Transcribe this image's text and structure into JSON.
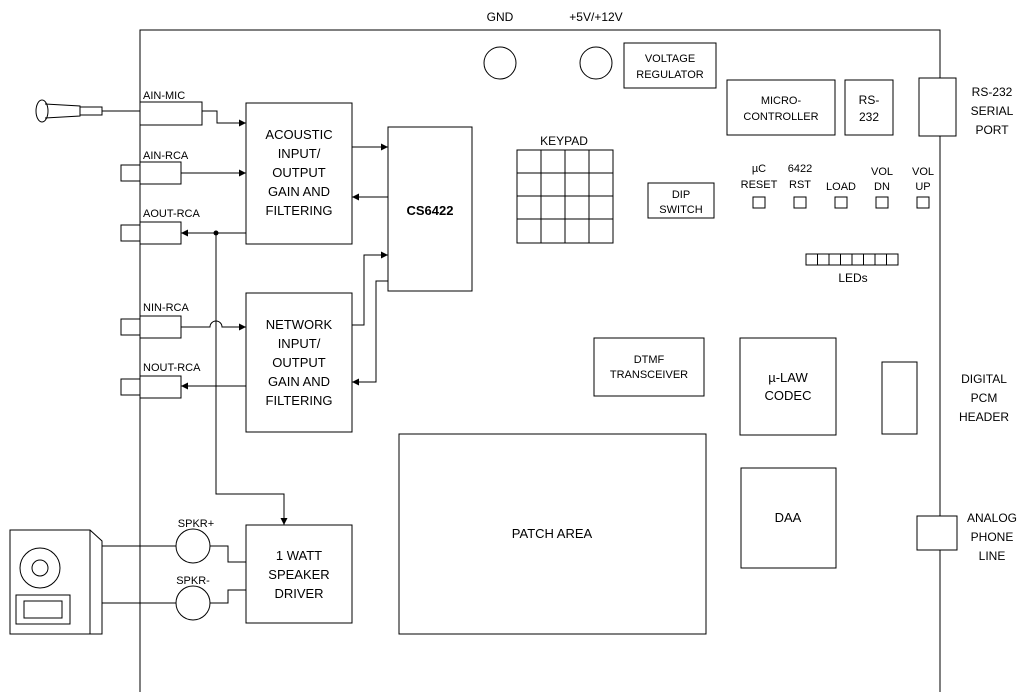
{
  "power": {
    "gnd": "GND",
    "supply": "+5V/+12V"
  },
  "regulator": [
    "VOLTAGE",
    "REGULATOR"
  ],
  "microcontroller": [
    "MICRO-",
    "CONTROLLER"
  ],
  "rs232_chip": [
    "RS-",
    "232"
  ],
  "rs232_port": [
    "RS-232",
    "SERIAL",
    "PORT"
  ],
  "connectors": {
    "ain_mic": "AIN-MIC",
    "ain_rca": "AIN-RCA",
    "aout_rca": "AOUT-RCA",
    "nin_rca": "NIN-RCA",
    "nout_rca": "NOUT-RCA",
    "spkr_plus": "SPKR+",
    "spkr_minus": "SPKR-"
  },
  "acoustic_block": [
    "ACOUSTIC",
    "INPUT/",
    "OUTPUT",
    "GAIN AND",
    "FILTERING"
  ],
  "network_block": [
    "NETWORK",
    "INPUT/",
    "OUTPUT",
    "GAIN AND",
    "FILTERING"
  ],
  "codec_chip": "CS6422",
  "keypad": "KEYPAD",
  "dip_switch": [
    "DIP",
    "SWITCH"
  ],
  "buttons": [
    {
      "lines": [
        "µC",
        "RESET"
      ]
    },
    {
      "lines": [
        "6422",
        "RST"
      ]
    },
    {
      "lines": [
        "LOAD"
      ]
    },
    {
      "lines": [
        "VOL",
        "DN"
      ]
    },
    {
      "lines": [
        "VOL",
        "UP"
      ]
    }
  ],
  "leds": "LEDs",
  "dtmf": [
    "DTMF",
    "TRANSCEIVER"
  ],
  "ulaw": [
    "µ-LAW",
    "CODEC"
  ],
  "pcm_header": [
    "DIGITAL",
    "PCM",
    "HEADER"
  ],
  "patch_area": "PATCH AREA",
  "daa": "DAA",
  "phone_line": [
    "ANALOG",
    "PHONE",
    "LINE"
  ],
  "speaker_driver": [
    "1 WATT",
    "SPEAKER",
    "DRIVER"
  ]
}
